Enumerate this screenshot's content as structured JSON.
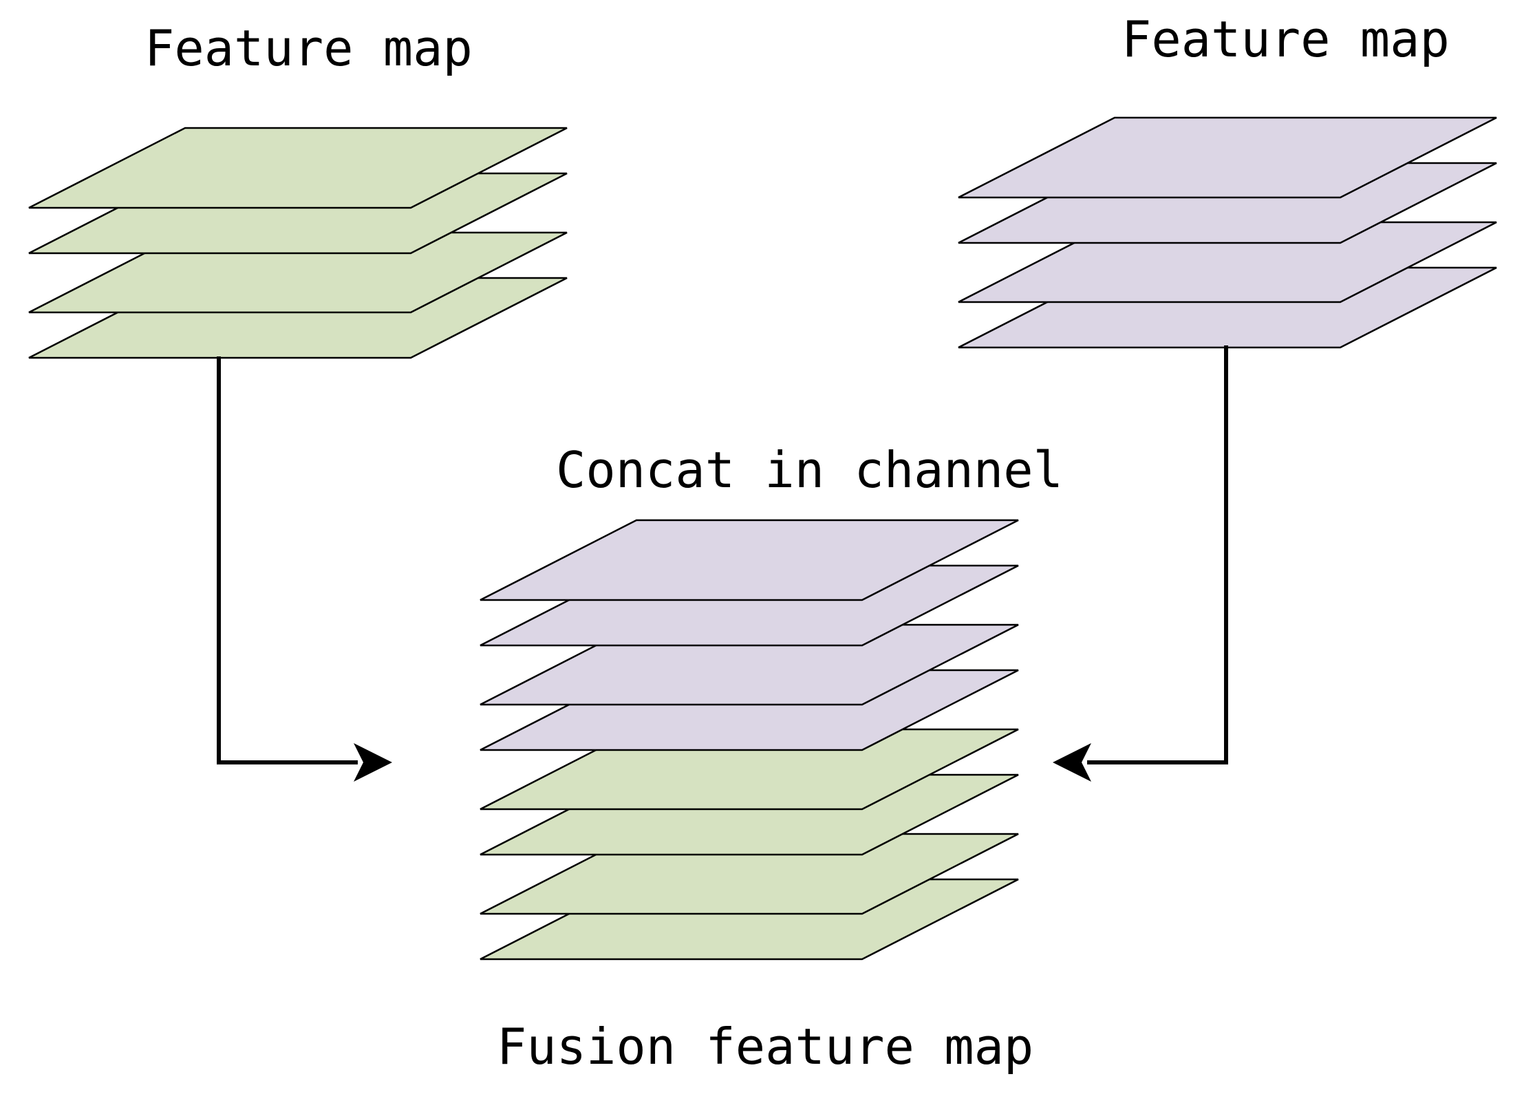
{
  "labels": {
    "left_stack": "Feature map",
    "right_stack": "Feature map",
    "operation": "Concat in channel",
    "result": "Fusion feature map"
  },
  "stacks": {
    "left": {
      "layers": 4,
      "color": "#d6e2c1"
    },
    "right": {
      "layers": 4,
      "color": "#dcd6e5"
    },
    "fused": {
      "layers": 8,
      "colors": [
        "#dcd6e5",
        "#dcd6e5",
        "#dcd6e5",
        "#dcd6e5",
        "#d6e2c1",
        "#d6e2c1",
        "#d6e2c1",
        "#d6e2c1"
      ]
    }
  },
  "colors": {
    "green_layer": "#d6e2c1",
    "purple_layer": "#dcd6e5",
    "stroke": "#000000",
    "background": "#ffffff"
  }
}
